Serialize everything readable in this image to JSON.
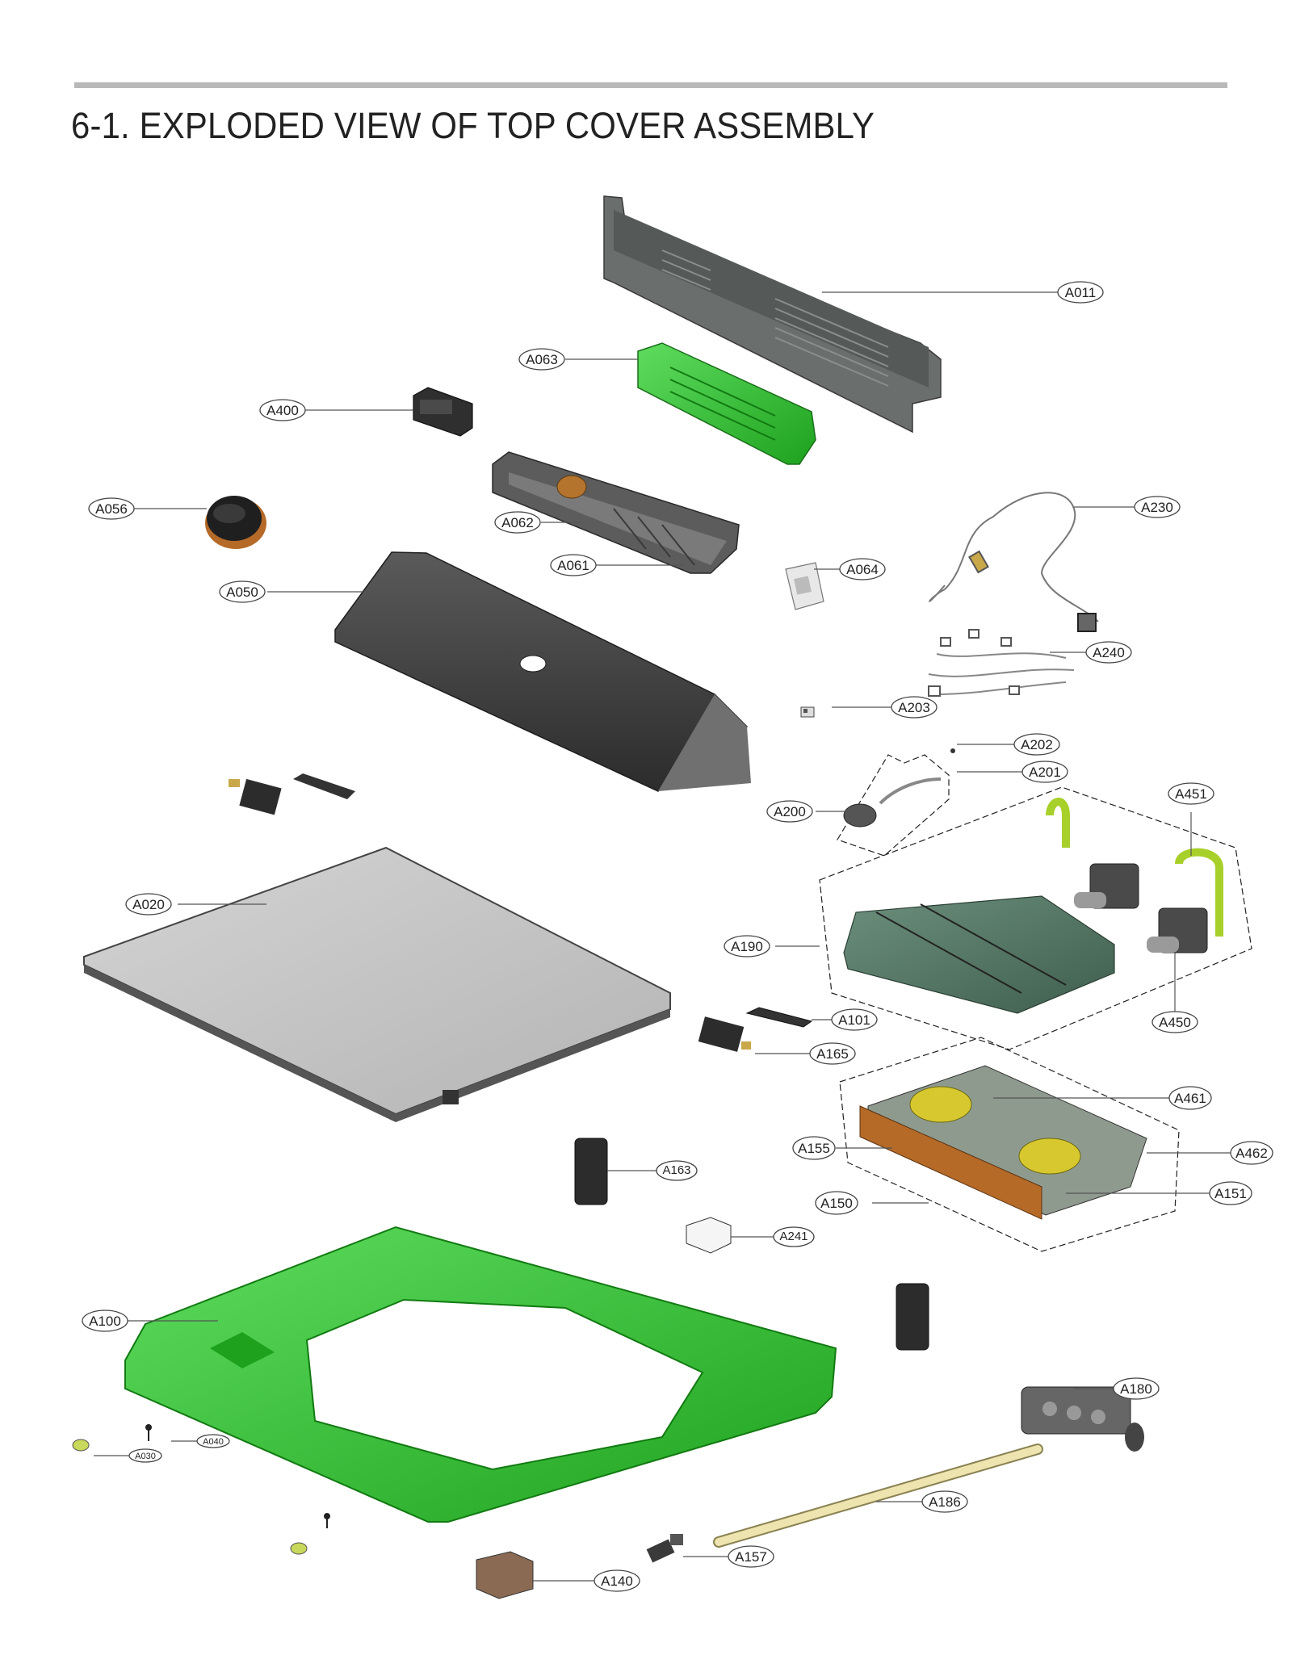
{
  "page": {
    "title": "6-1. EXPLODED VIEW OF TOP COVER ASSEMBLY"
  },
  "colors": {
    "green_part": "#2fbf2f",
    "dark_part": "#3a3a3a",
    "grey_panel": "#c8c8c8",
    "orange_part": "#b56a28",
    "yellow_hose": "#a8d02a",
    "rule": "#b8b8b8"
  },
  "labels": {
    "A011": "A011",
    "A063": "A063",
    "A400": "A400",
    "A056": "A056",
    "A062": "A062",
    "A061": "A061",
    "A050": "A050",
    "A064": "A064",
    "A230": "A230",
    "A240": "A240",
    "A203": "A203",
    "A202": "A202",
    "A201": "A201",
    "A200": "A200",
    "A451": "A451",
    "A020": "A020",
    "A190": "A190",
    "A450": "A450",
    "A101": "A101",
    "A165": "A165",
    "A461": "A461",
    "A155": "A155",
    "A462": "A462",
    "A151": "A151",
    "A150": "A150",
    "A163": "A163",
    "A241": "A241",
    "A100": "A100",
    "A180": "A180",
    "A040": "A040",
    "A030": "A030",
    "A186": "A186",
    "A157": "A157",
    "A140": "A140"
  }
}
